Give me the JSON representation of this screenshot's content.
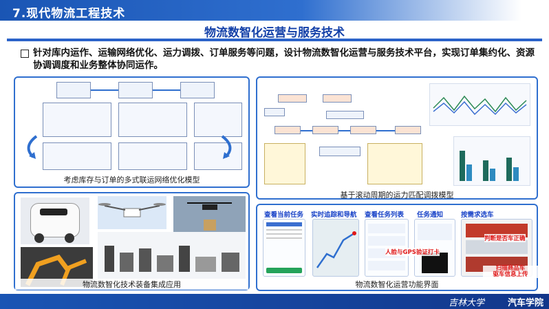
{
  "header": {
    "title": "7.现代物流工程技术"
  },
  "subtitle": "物流数智化运营与服务技术",
  "description": "针对库内运作、运输网络优化、运力调拨、订单服务等问题，设计物流数智化运营与服务技术平台，实现订单集约化、资源协调调度和业务整体协同运作。",
  "panels": {
    "top_left": {
      "caption": "考虑库存与订单的多式联运网络优化模型"
    },
    "top_right": {
      "caption": "基于滚动周期的运力匹配调拨模型"
    },
    "bottom_left": {
      "caption": "物流数智化技术装备集成应用"
    },
    "bottom_right": {
      "caption": "物流数智化运营功能界面",
      "screens": [
        {
          "title": "查看当前任务"
        },
        {
          "title": "实时追踪和导航"
        },
        {
          "title": "查看任务列表"
        },
        {
          "title": "任务通知"
        },
        {
          "title": "按需求选车"
        }
      ],
      "overlay_labels": {
        "gps": "人脸与GPS验证打卡",
        "car_info": "判断是否车正确",
        "scan": "扫描商品车\n驱车信息上传"
      }
    }
  },
  "footer": {
    "logo": "吉林大学",
    "college": "汽车学院"
  },
  "colors": {
    "primary": "#2f6fcf",
    "dark": "#1340a8",
    "red": "#e01818"
  }
}
